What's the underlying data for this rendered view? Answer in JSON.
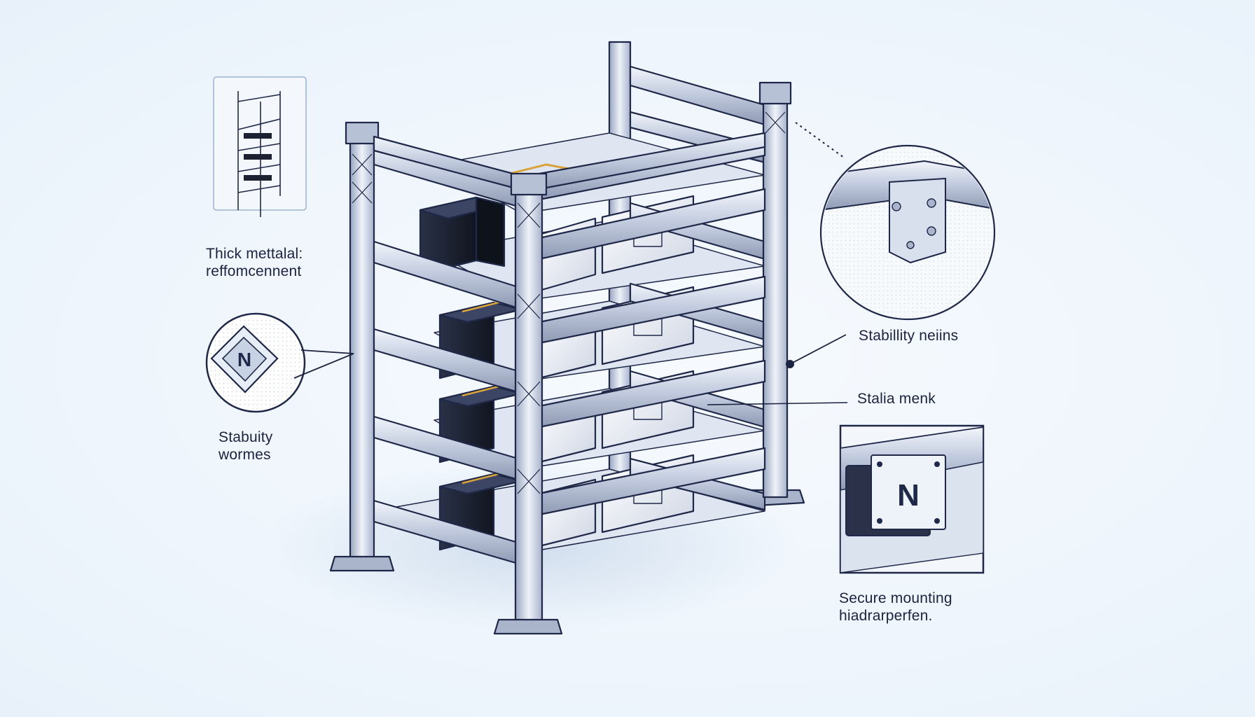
{
  "labels": {
    "thick_reinforcement": [
      "Thick mettalal:",
      "reffomcennent"
    ],
    "stability_works": [
      "Stabuity",
      "wormes"
    ],
    "stability_neins": "Stabillity neiins",
    "stalid_menk": "Stalia menk",
    "secure_mounting": [
      "Secure mounting",
      "hiadrarperfen."
    ]
  },
  "badge_letter": "N",
  "colors": {
    "background": "#eef5fc",
    "frame_steel": "#c9d3e6",
    "frame_outline": "#1f2848",
    "battery_dark": "#1d2233",
    "wire_accent": "#d9a23a",
    "callout_line": "#1b2340"
  }
}
